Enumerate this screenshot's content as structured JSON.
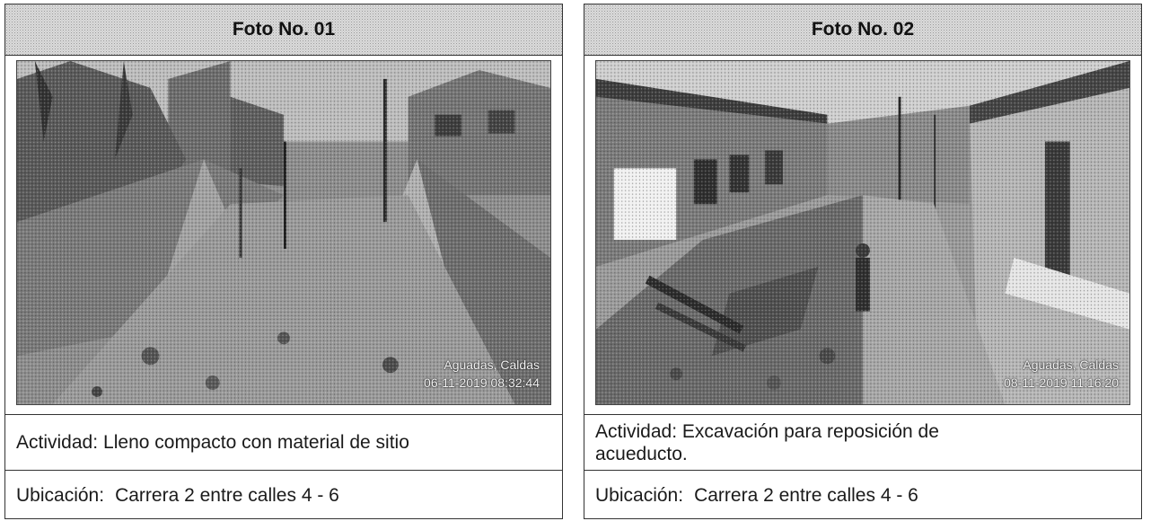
{
  "photos": [
    {
      "title": "Foto No. 01",
      "stamp_place": "Aguadas, Caldas",
      "stamp_datetime": "06-11-2019 08:32:44",
      "activity_label": "Actividad:",
      "activity_text": "Lleno compacto con material de sitio",
      "location_label": "Ubicación:",
      "location_text": "Carrera 2 entre calles 4 - 6"
    },
    {
      "title": "Foto No. 02",
      "stamp_place": "Aguadas, Caldas",
      "stamp_datetime": "08-11-2019 11:16:20",
      "activity_label": "Actividad:",
      "activity_text": "Excavación para reposición de acueducto.",
      "location_label": "Ubicación:",
      "location_text": "Carrera 2 entre calles 4 - 6"
    }
  ]
}
